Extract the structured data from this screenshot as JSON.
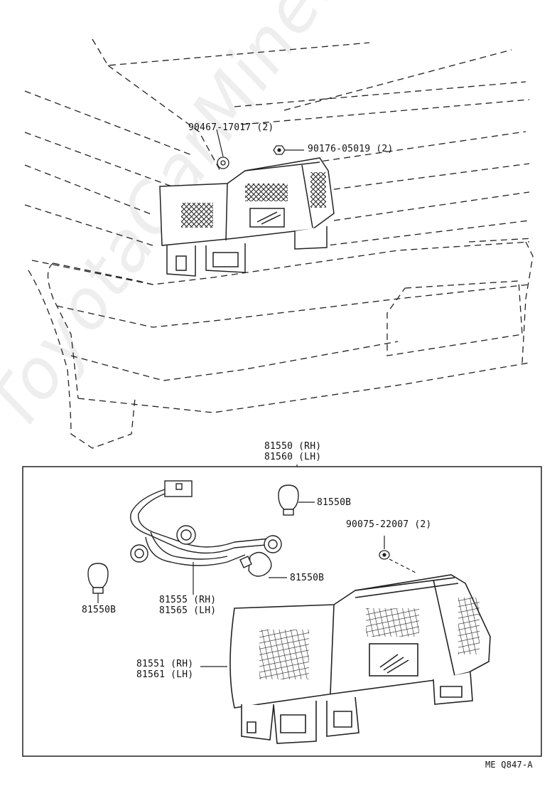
{
  "diagram": {
    "watermark": "ToyotaCarMine.ru",
    "figure_id": "ME Q847-A",
    "callouts": {
      "screw": [
        "90467-17017 (2)"
      ],
      "nut": [
        "90176-05019 (2)"
      ],
      "lamp_assembly": [
        "81550 (RH)",
        "81560 (LH)"
      ],
      "bulb_top": [
        "81550B"
      ],
      "bulb_right": [
        "81550B"
      ],
      "bulb_left": [
        "81550B"
      ],
      "washer": [
        "90075-22007 (2)"
      ],
      "socket_wire": [
        "81555 (RH)",
        "81565 (LH)"
      ],
      "lens_housing": [
        "81551 (RH)",
        "81561 (LH)"
      ]
    }
  }
}
